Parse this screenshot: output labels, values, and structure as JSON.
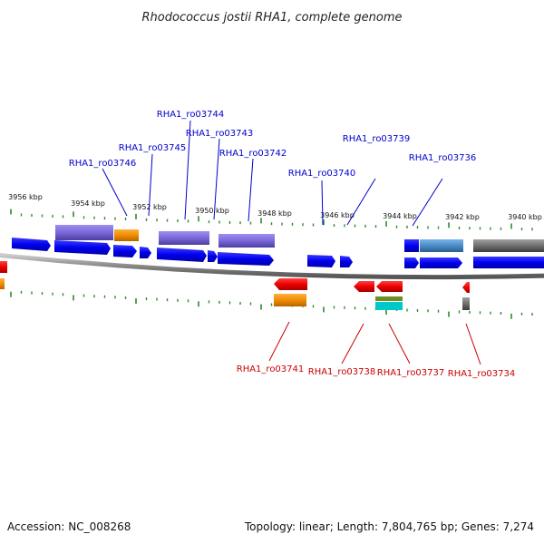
{
  "title": "Rhodococcus jostii RHA1, complete genome",
  "footer": {
    "accession": "Accession: NC_008268",
    "topology": "Topology: linear; Length: 7,804,765 bp; Genes: 7,274"
  },
  "colors": {
    "top_label": "#0000cc",
    "bottom_label": "#cc0000",
    "tick": "#2e8b2e",
    "backbone": "#888888",
    "cds_forward": "#0000ee",
    "cds_reverse": "#ee0000",
    "feature_purple": "#7b68d9",
    "feature_orange": "#f08c00",
    "feature_steelblue": "#4a8cc8",
    "feature_gray": "#6f6f6f",
    "feature_olive": "#6b8e23",
    "feature_cyan": "#00c8c8"
  },
  "top_scale_labels": [
    "3956 kbp",
    "3954 kbp",
    "3952 kbp",
    "3950 kbp",
    "3948 kbp",
    "3946 kbp",
    "3944 kbp",
    "3942 kbp",
    "3940 kbp"
  ],
  "top_gene_labels": [
    "RHA1_ro03744",
    "RHA1_ro03743",
    "RHA1_ro03745",
    "RHA1_ro03742",
    "RHA1_ro03746",
    "RHA1_ro03739",
    "RHA1_ro03740",
    "RHA1_ro03736"
  ],
  "bottom_gene_labels": [
    "RHA1_ro03741",
    "RHA1_ro03738",
    "RHA1_ro03737",
    "RHA1_ro03734"
  ]
}
